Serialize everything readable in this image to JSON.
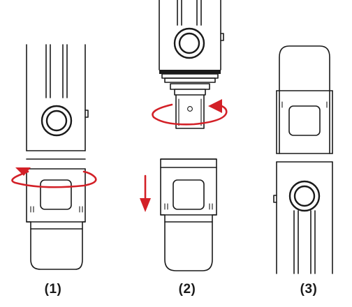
{
  "steps": [
    {
      "label": "(1)",
      "action": "rotate"
    },
    {
      "label": "(2)",
      "action": "rotate-and-pull-down"
    },
    {
      "label": "(3)",
      "action": "reassembled"
    }
  ],
  "colors": {
    "accent": "#d32027",
    "line": "#1a1a1a",
    "background": "#ffffff"
  }
}
